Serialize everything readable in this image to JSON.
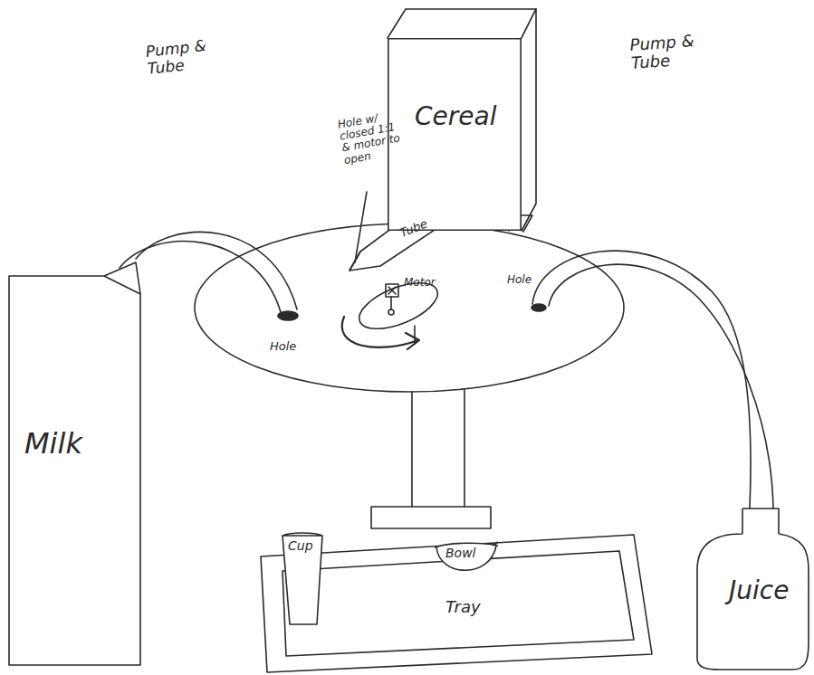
{
  "diagram": {
    "nodes": [
      {
        "text": [
          "Cereal"
        ]
      },
      {
        "text": [
          "Milk"
        ]
      },
      {
        "text": [
          "Juice"
        ]
      },
      {
        "text": [
          "Tray"
        ]
      },
      {
        "text": [
          "Cup"
        ],
        "in": 3
      },
      {
        "text": [
          "Bowl"
        ],
        "in": 3
      }
    ],
    "labels": [
      "Pump & Tube",
      "Hole w/ closed 1:1 & motor to open",
      "Pump & Tube",
      "Tube",
      "Motor",
      "Hole",
      "Hole"
    ]
  }
}
